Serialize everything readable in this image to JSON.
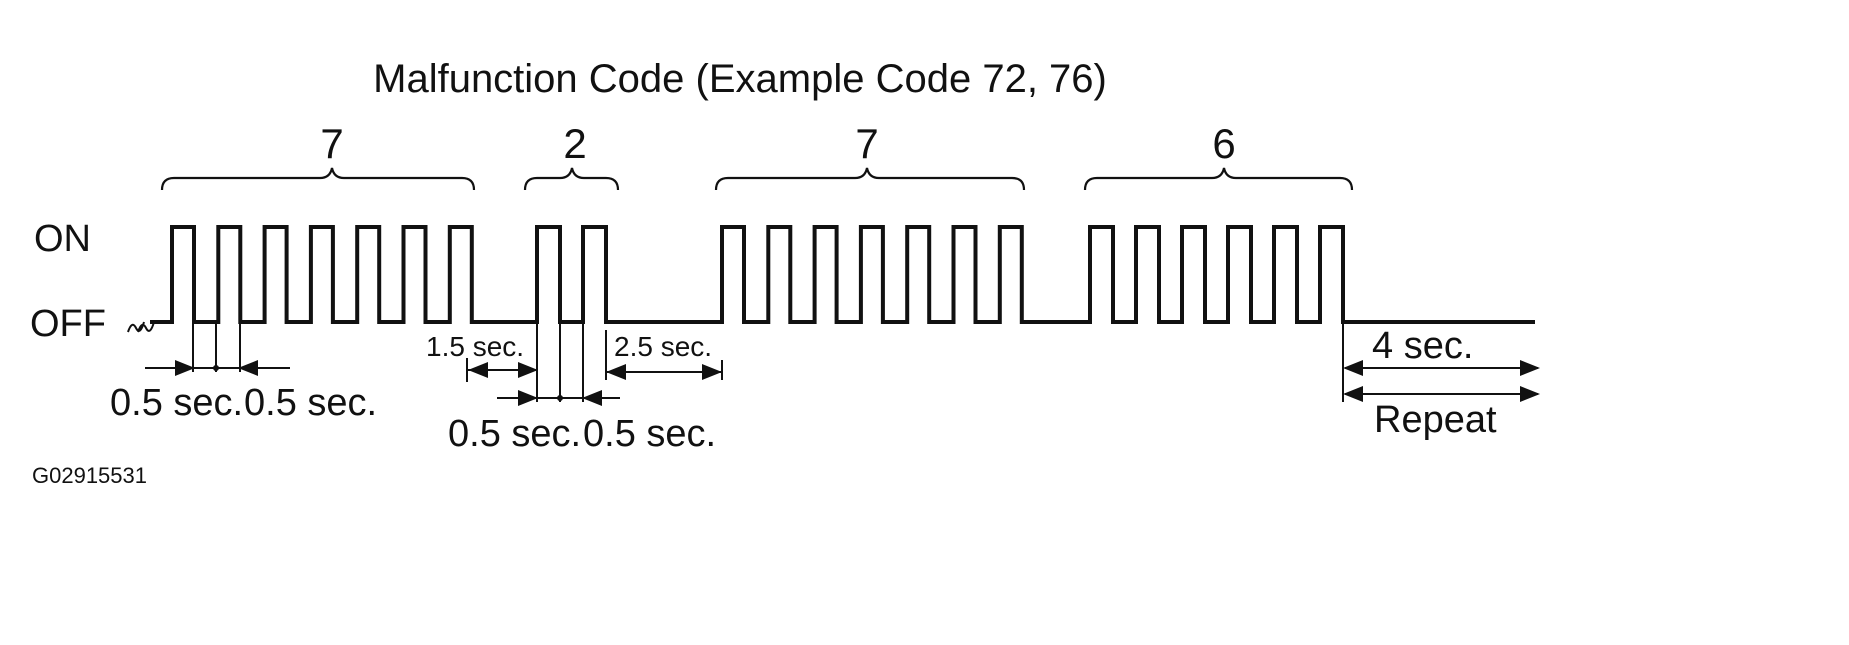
{
  "title": "Malfunction Code (Example Code 72, 76)",
  "state_on": "ON",
  "state_off": "OFF",
  "groups": [
    {
      "digit": "7",
      "pulses": 7
    },
    {
      "digit": "2",
      "pulses": 2
    },
    {
      "digit": "7",
      "pulses": 7
    },
    {
      "digit": "6",
      "pulses": 6
    }
  ],
  "timing": {
    "pulse_on": "0.5 sec.",
    "pulse_off": "0.5 sec.",
    "digit_gap": "1.5 sec.",
    "code_gap": "2.5 sec.",
    "pause": "4 sec.",
    "repeat": "Repeat"
  },
  "figure_ref": "G02915531"
}
